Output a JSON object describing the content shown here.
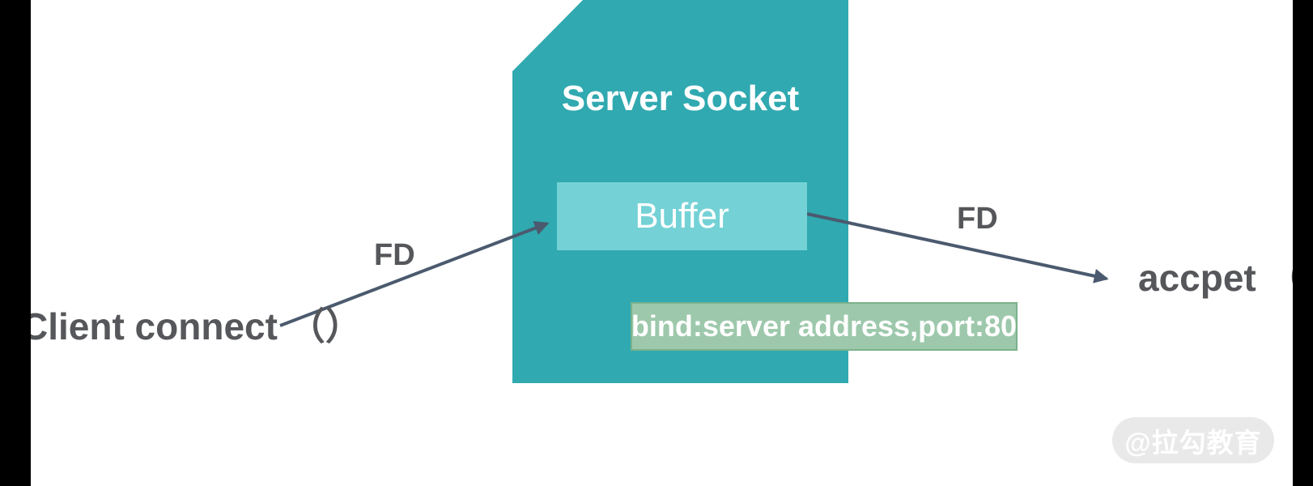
{
  "colors": {
    "teal": "#30a9b0",
    "buffer": "#74d2d6",
    "bind-fill": "#9dc8ab",
    "bind-border": "#7bb28c",
    "arrow": "#4b5a6e",
    "label": "#55575a",
    "watermark-bg": "#e9e9e9",
    "watermark-text": "#ffffff"
  },
  "diagram": {
    "server": {
      "title": "Server Socket",
      "buffer_label": "Buffer",
      "bind_label": "bind:server address,port:80"
    },
    "client": {
      "label": "Client connect （）"
    },
    "accept": {
      "label": "accpet （）"
    },
    "fd_left": "FD",
    "fd_right": "FD",
    "watermark": "@拉勾教育"
  }
}
